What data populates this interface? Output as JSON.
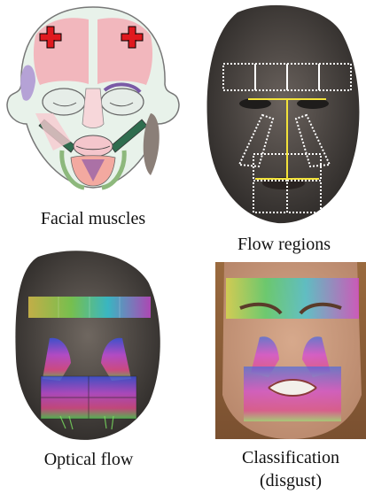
{
  "panels": {
    "muscles": {
      "caption": "Facial muscles"
    },
    "regions": {
      "caption": "Flow regions"
    },
    "optical": {
      "caption": "Optical flow"
    },
    "classification": {
      "caption_line1": "Classification",
      "caption_line2": "(disgust)"
    }
  },
  "colors": {
    "marker_red": "#e0191f",
    "region_box": "#ffffff",
    "axis_line": "#f2e23a",
    "skin_dark": "#4a4643",
    "skin_light": "#c89a7e",
    "muscle_pink": "#f2b7bd",
    "muscle_green": "#7fbf9a",
    "muscle_purple": "#7a5aa6"
  }
}
